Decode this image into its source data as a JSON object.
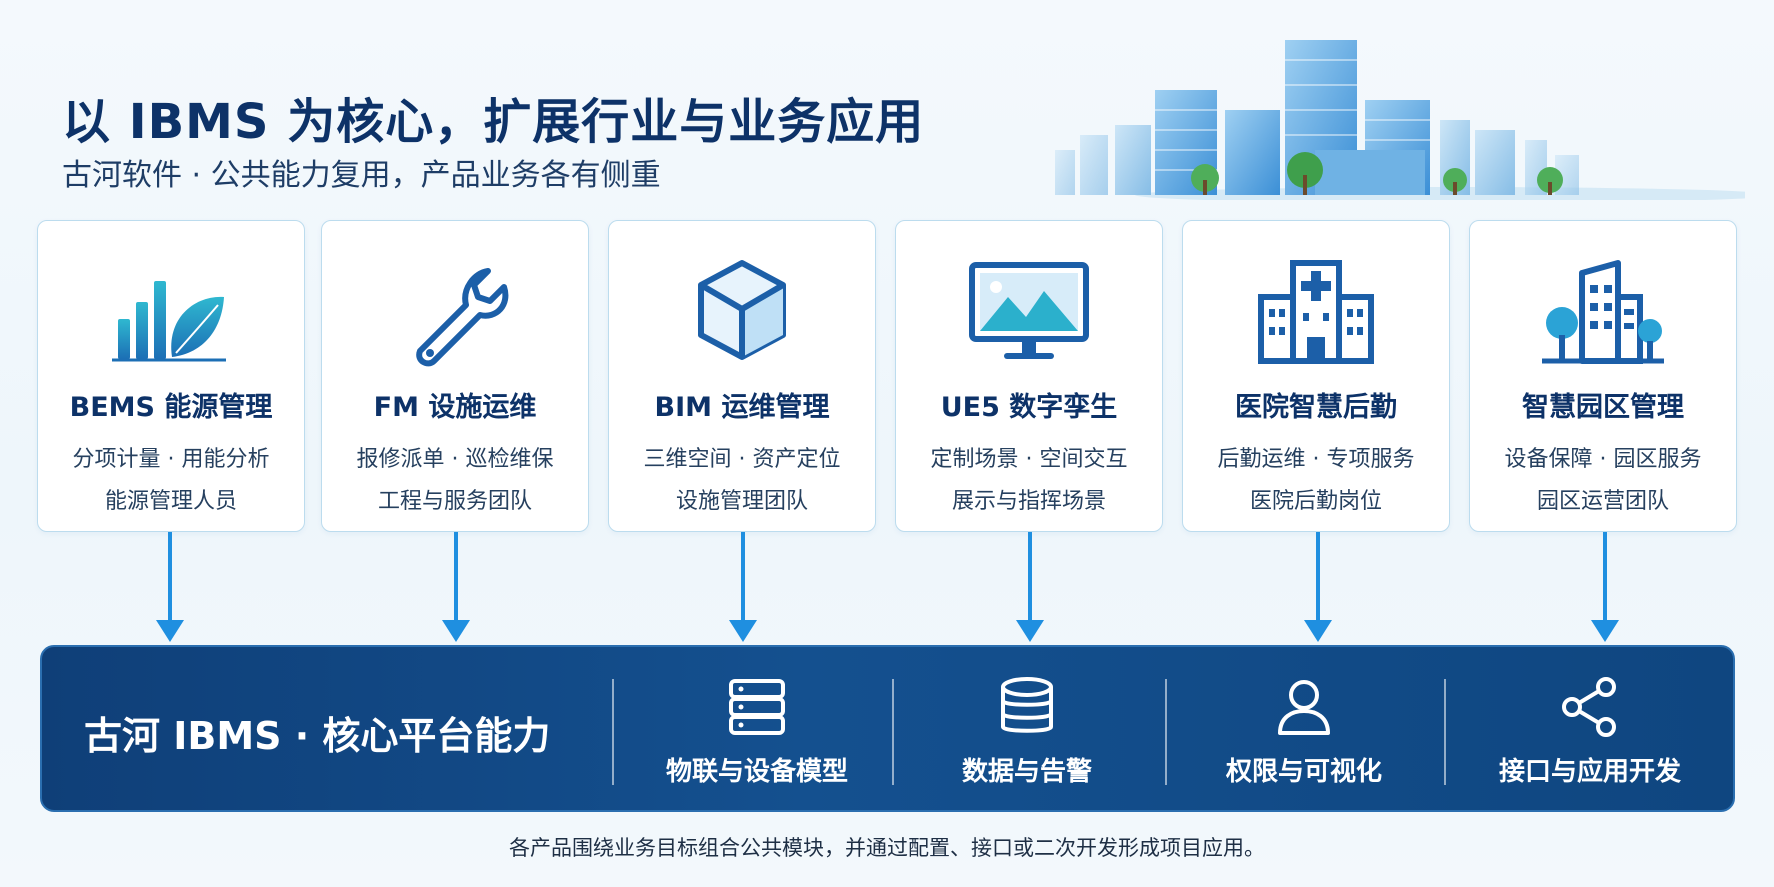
{
  "header": {
    "title": "以 IBMS 为核心，扩展行业与业务应用",
    "subtitle": "古河软件 · 公共能力复用，产品业务各有侧重"
  },
  "colors": {
    "accent": "#1f8fe0",
    "platform_bg": "#134a88",
    "title": "#0d3268",
    "icon_teal": "#23a3c8"
  },
  "products": [
    {
      "icon": "bar-chart-leaf-icon",
      "name": "BEMS 能源管理",
      "line1": "分项计量 · 用能分析",
      "line2": "能源管理人员"
    },
    {
      "icon": "wrench-icon",
      "name": "FM 设施运维",
      "line1": "报修派单 · 巡检维保",
      "line2": "工程与服务团队"
    },
    {
      "icon": "cube-icon",
      "name": "BIM 运维管理",
      "line1": "三维空间 · 资产定位",
      "line2": "设施管理团队"
    },
    {
      "icon": "monitor-landscape-icon",
      "name": "UE5 数字孪生",
      "line1": "定制场景 · 空间交互",
      "line2": "展示与指挥场景"
    },
    {
      "icon": "hospital-icon",
      "name": "医院智慧后勤",
      "line1": "后勤运维 · 专项服务",
      "line2": "医院后勤岗位"
    },
    {
      "icon": "campus-building-icon",
      "name": "智慧园区管理",
      "line1": "设备保障 · 园区服务",
      "line2": "园区运营团队"
    }
  ],
  "platform": {
    "title": "古河 IBMS · 核心平台能力",
    "modules": [
      {
        "icon": "server-icon",
        "label": "物联与设备模型"
      },
      {
        "icon": "database-icon",
        "label": "数据与告警"
      },
      {
        "icon": "user-icon",
        "label": "权限与可视化"
      },
      {
        "icon": "share-icon",
        "label": "接口与应用开发"
      }
    ]
  },
  "footnote": "各产品围绕业务目标组合公共模块，并通过配置、接口或二次开发形成项目应用。"
}
